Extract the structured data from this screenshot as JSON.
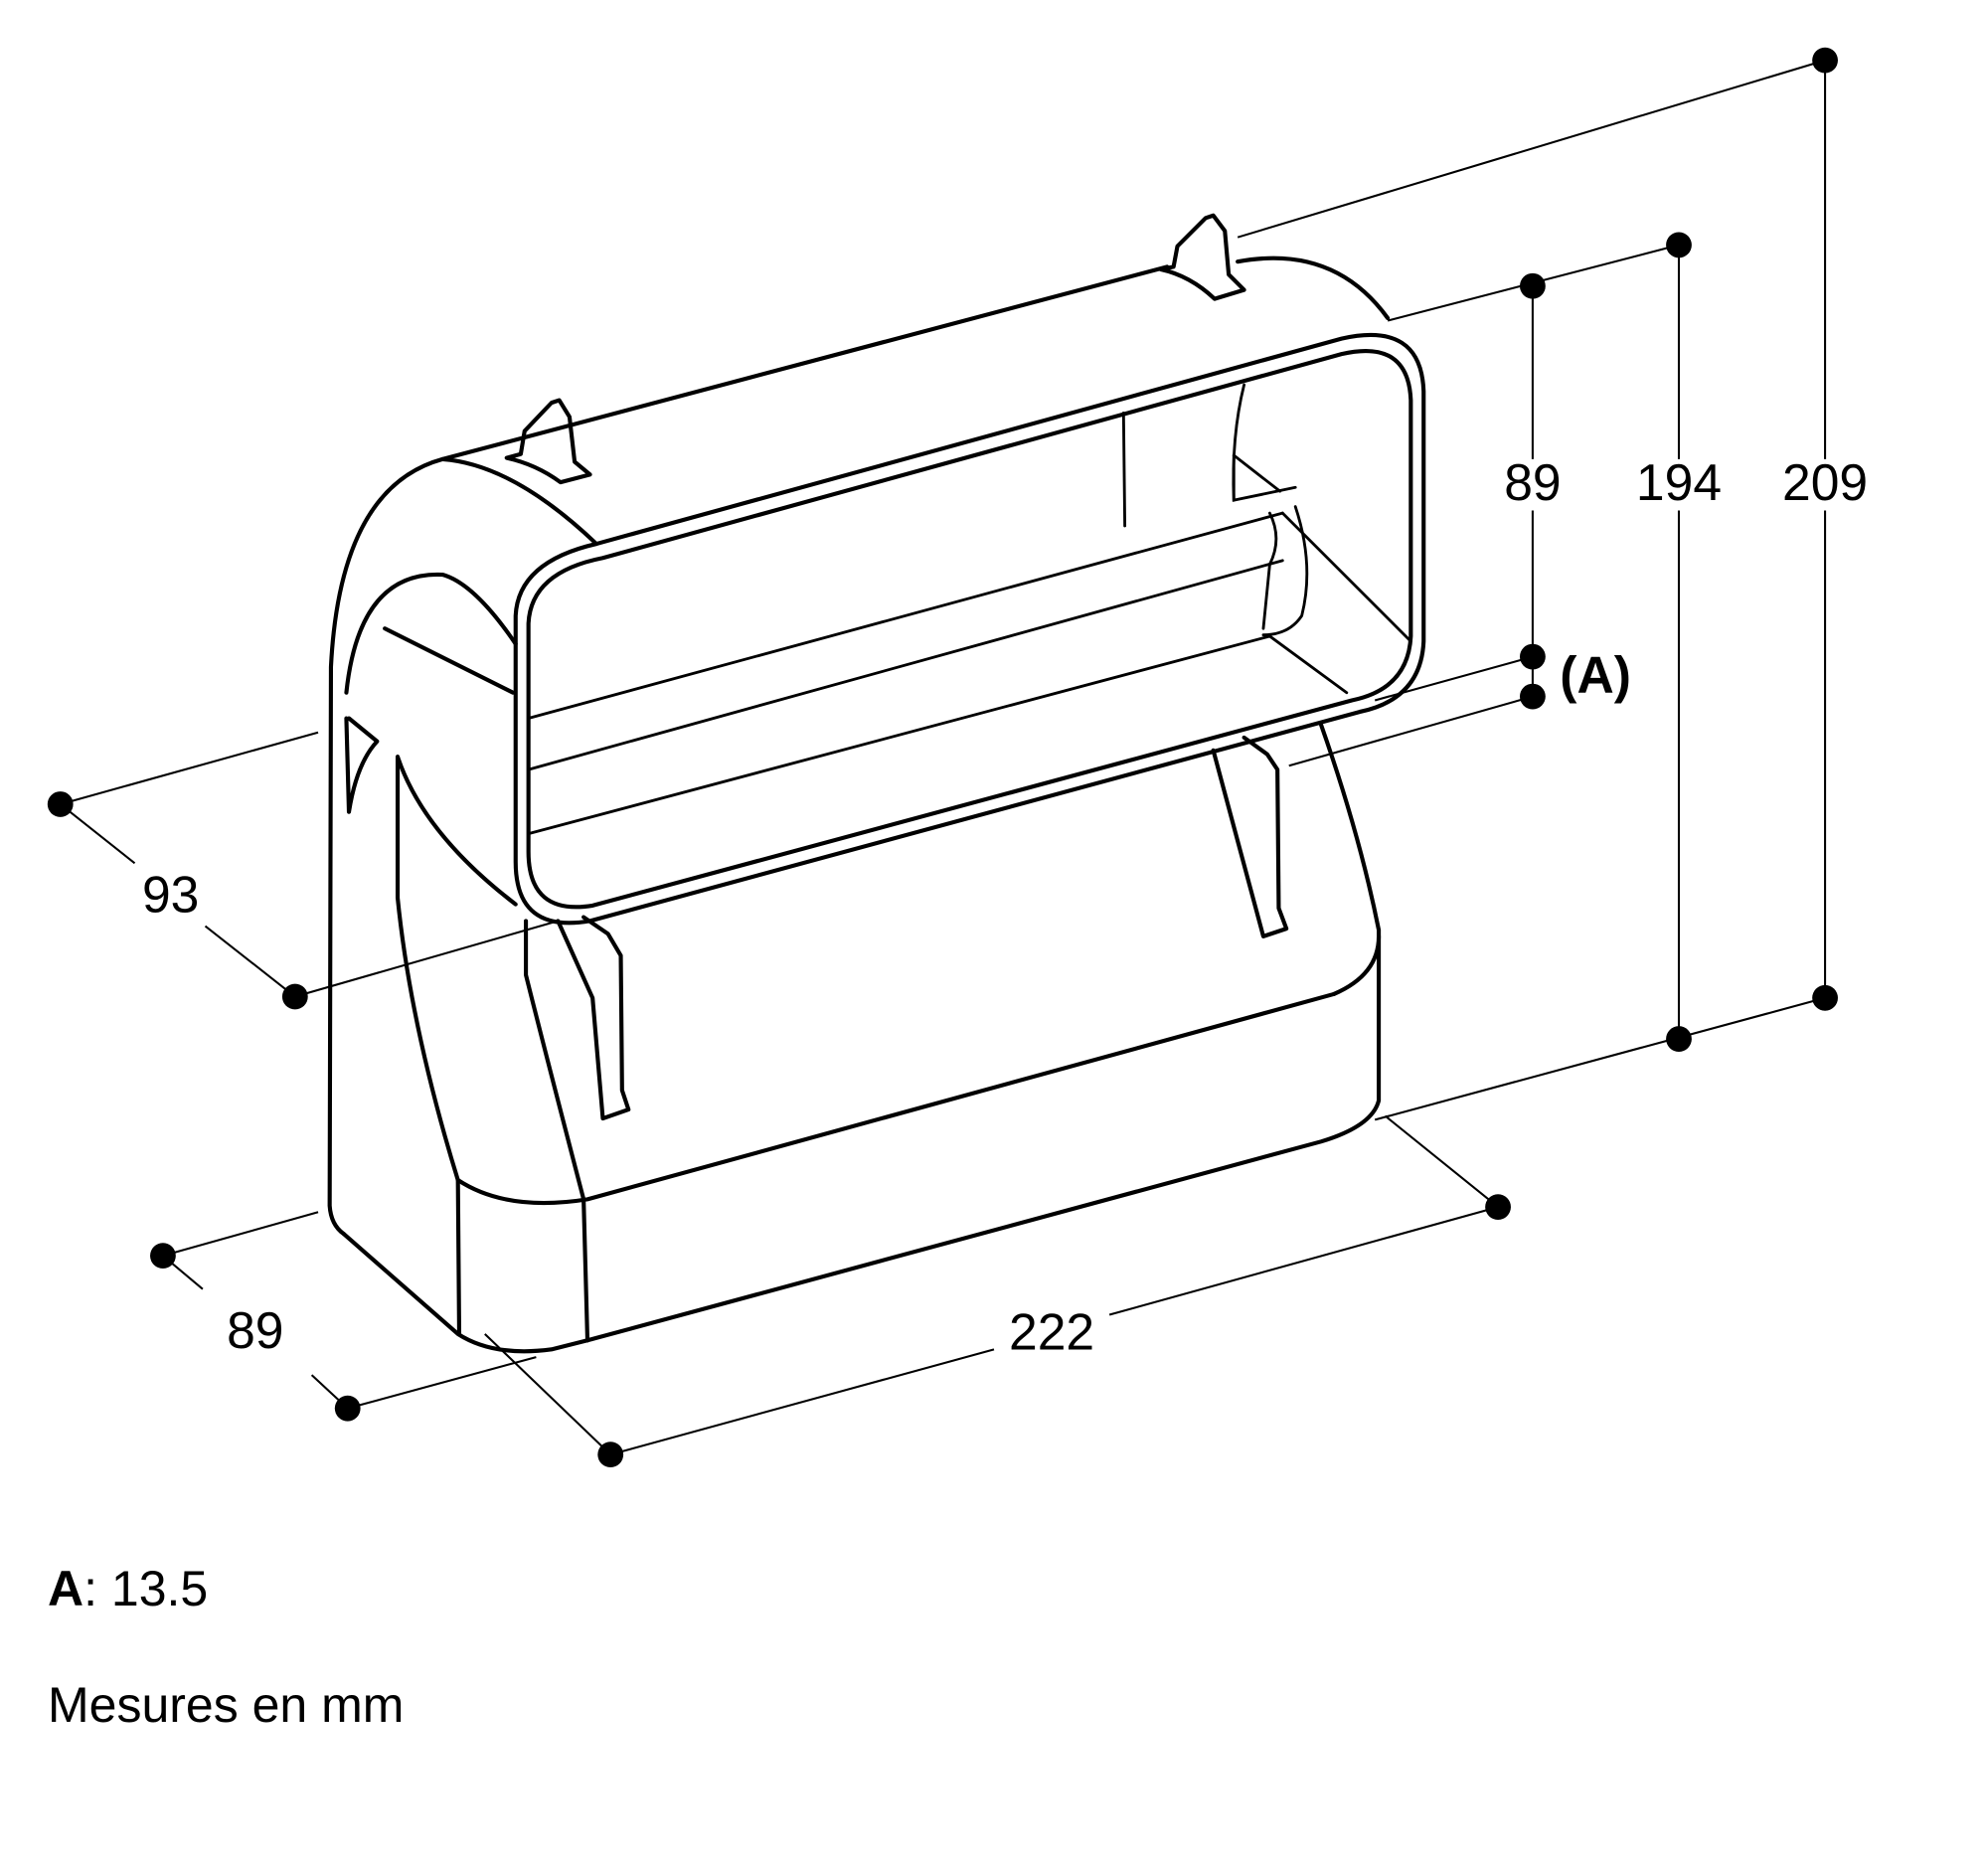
{
  "diagram": {
    "subject": "Rectangular duct elbow connector with mounting tabs",
    "dimensions": {
      "height_inner": "89",
      "height_mid": "194",
      "height_total": "209",
      "depth_upper": "93",
      "depth_lower": "89",
      "width": "222",
      "callout_a": "(A)"
    }
  },
  "legend": {
    "a_key": "A",
    "a_separator": ":",
    "a_value": "13.5",
    "units_note": "Mesures en mm"
  }
}
